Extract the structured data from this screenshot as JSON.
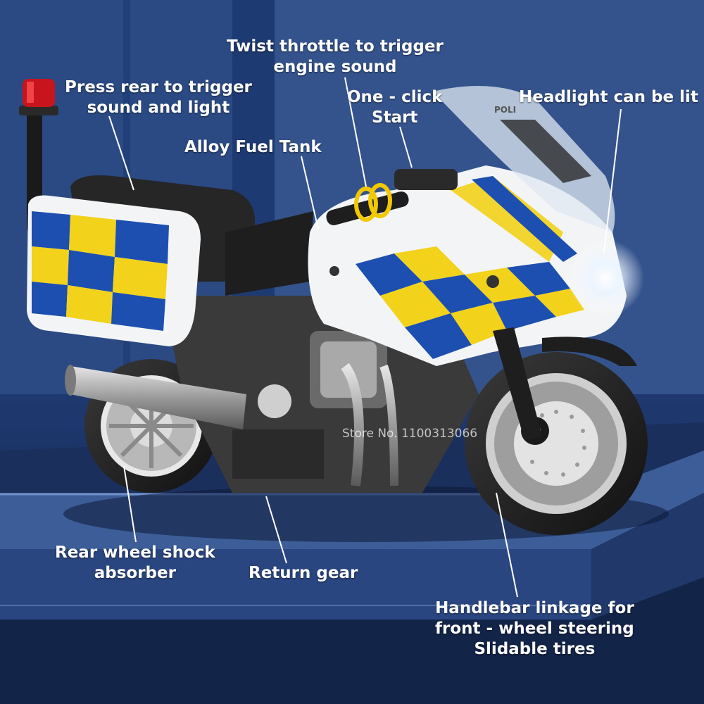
{
  "callouts": {
    "throttle": [
      "Twist throttle to trigger",
      "engine sound"
    ],
    "rear_press": [
      "Press rear to trigger",
      "sound and light"
    ],
    "one_click": [
      "One - click",
      "Start"
    ],
    "headlight": [
      "Headlight can be lit"
    ],
    "fuel_tank": [
      "Alloy Fuel Tank"
    ],
    "rear_shock": [
      "Rear wheel shock",
      "absorber"
    ],
    "return_gear": [
      "Return gear"
    ],
    "front_steer": [
      "Handlebar linkage for",
      "front - wheel steering",
      "Slidable tires"
    ]
  },
  "watermark": "Store No. 1100313066",
  "windshield_text": "POLI",
  "colors": {
    "background": "#23407a",
    "livery_blue": "#1d4fb0",
    "livery_yellow": "#f2d21a",
    "body_white": "#f2f4f6",
    "beacon_red": "#c8141c"
  }
}
